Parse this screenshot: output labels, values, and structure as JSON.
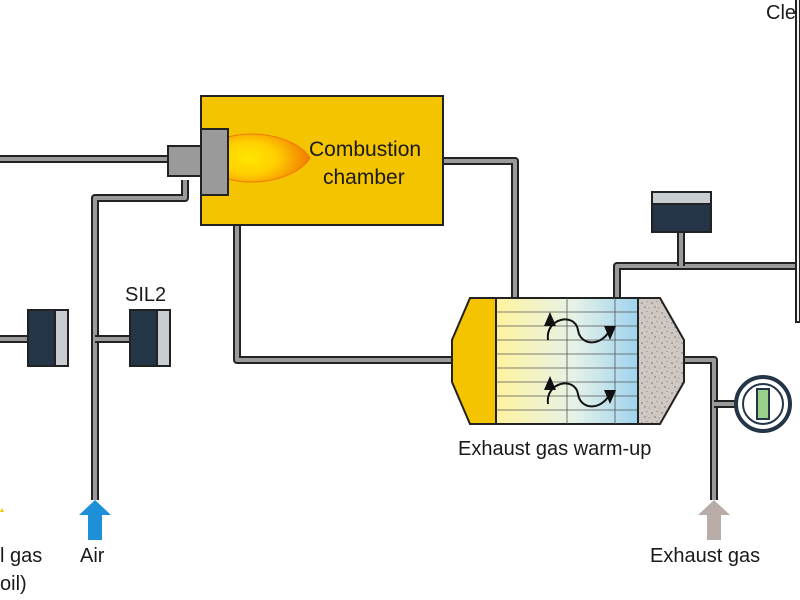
{
  "labels": {
    "top_right_cut": "Cle",
    "combustion_line1": "Combustion",
    "combustion_line2": "chamber",
    "sil2": "SIL2",
    "exhaust_warmup": "Exhaust gas warm-up",
    "fuel_line1": "l gas",
    "fuel_line2": "oil)",
    "air": "Air",
    "exhaust_gas": "Exhaust gas"
  },
  "colors": {
    "pipe_fill": "#9a9a9a",
    "pipe_edge": "#222222",
    "chamber_fill": "#f5c400",
    "flame_outer": "#f07a00",
    "flame_inner": "#ffe000",
    "air_arrow": "#1e90d8",
    "exhaust_arrow": "#b8aca6",
    "actuator_dark": "#253548",
    "actuator_light": "#c8cdd2"
  }
}
